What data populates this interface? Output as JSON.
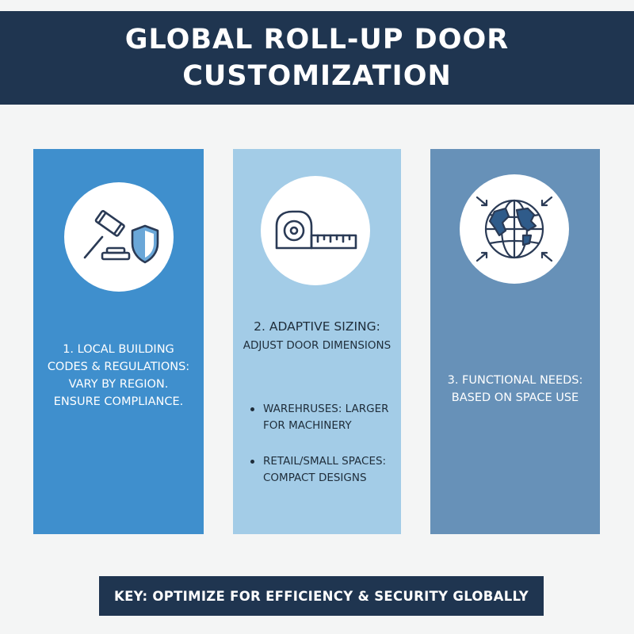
{
  "header": {
    "title_line1": "GLOBAL ROLL-UP DOOR",
    "title_line2": "CUSTOMIZATION"
  },
  "cards": [
    {
      "icon": "gavel-shield-icon",
      "lines": [
        "1. LOCAL BUILDING",
        "CODES & REGULATIONS:",
        "VARY BY REGION.",
        "ENSURE COMPLIANCE."
      ]
    },
    {
      "icon": "tape-measure-icon",
      "title": "2. ADAPTIVE SIZING:",
      "subtitle": "ADJUST DOOR DIMENSIONS",
      "bullets": [
        [
          "WAREHRUSES: LARGER",
          "FOR MACHINERY"
        ],
        [
          "RETAIL/SMALL SPACES:",
          "COMPACT DESIGNS"
        ]
      ]
    },
    {
      "icon": "globe-arrows-icon",
      "lines": [
        "3. FUNCTIONAL NEEDS:",
        "BASED ON SPACE USE"
      ]
    }
  ],
  "footer": {
    "text": "KEY: OPTIMIZE FOR EFFICIENCY & SECURITY GLOBALLY"
  },
  "colors": {
    "header_bg": "#1f3550",
    "card1": "#3f8fcd",
    "card2": "#a3cce7",
    "card3": "#6791b8",
    "icon_stroke": "#2a3a55",
    "shield_fill": "#6aa7d8"
  }
}
